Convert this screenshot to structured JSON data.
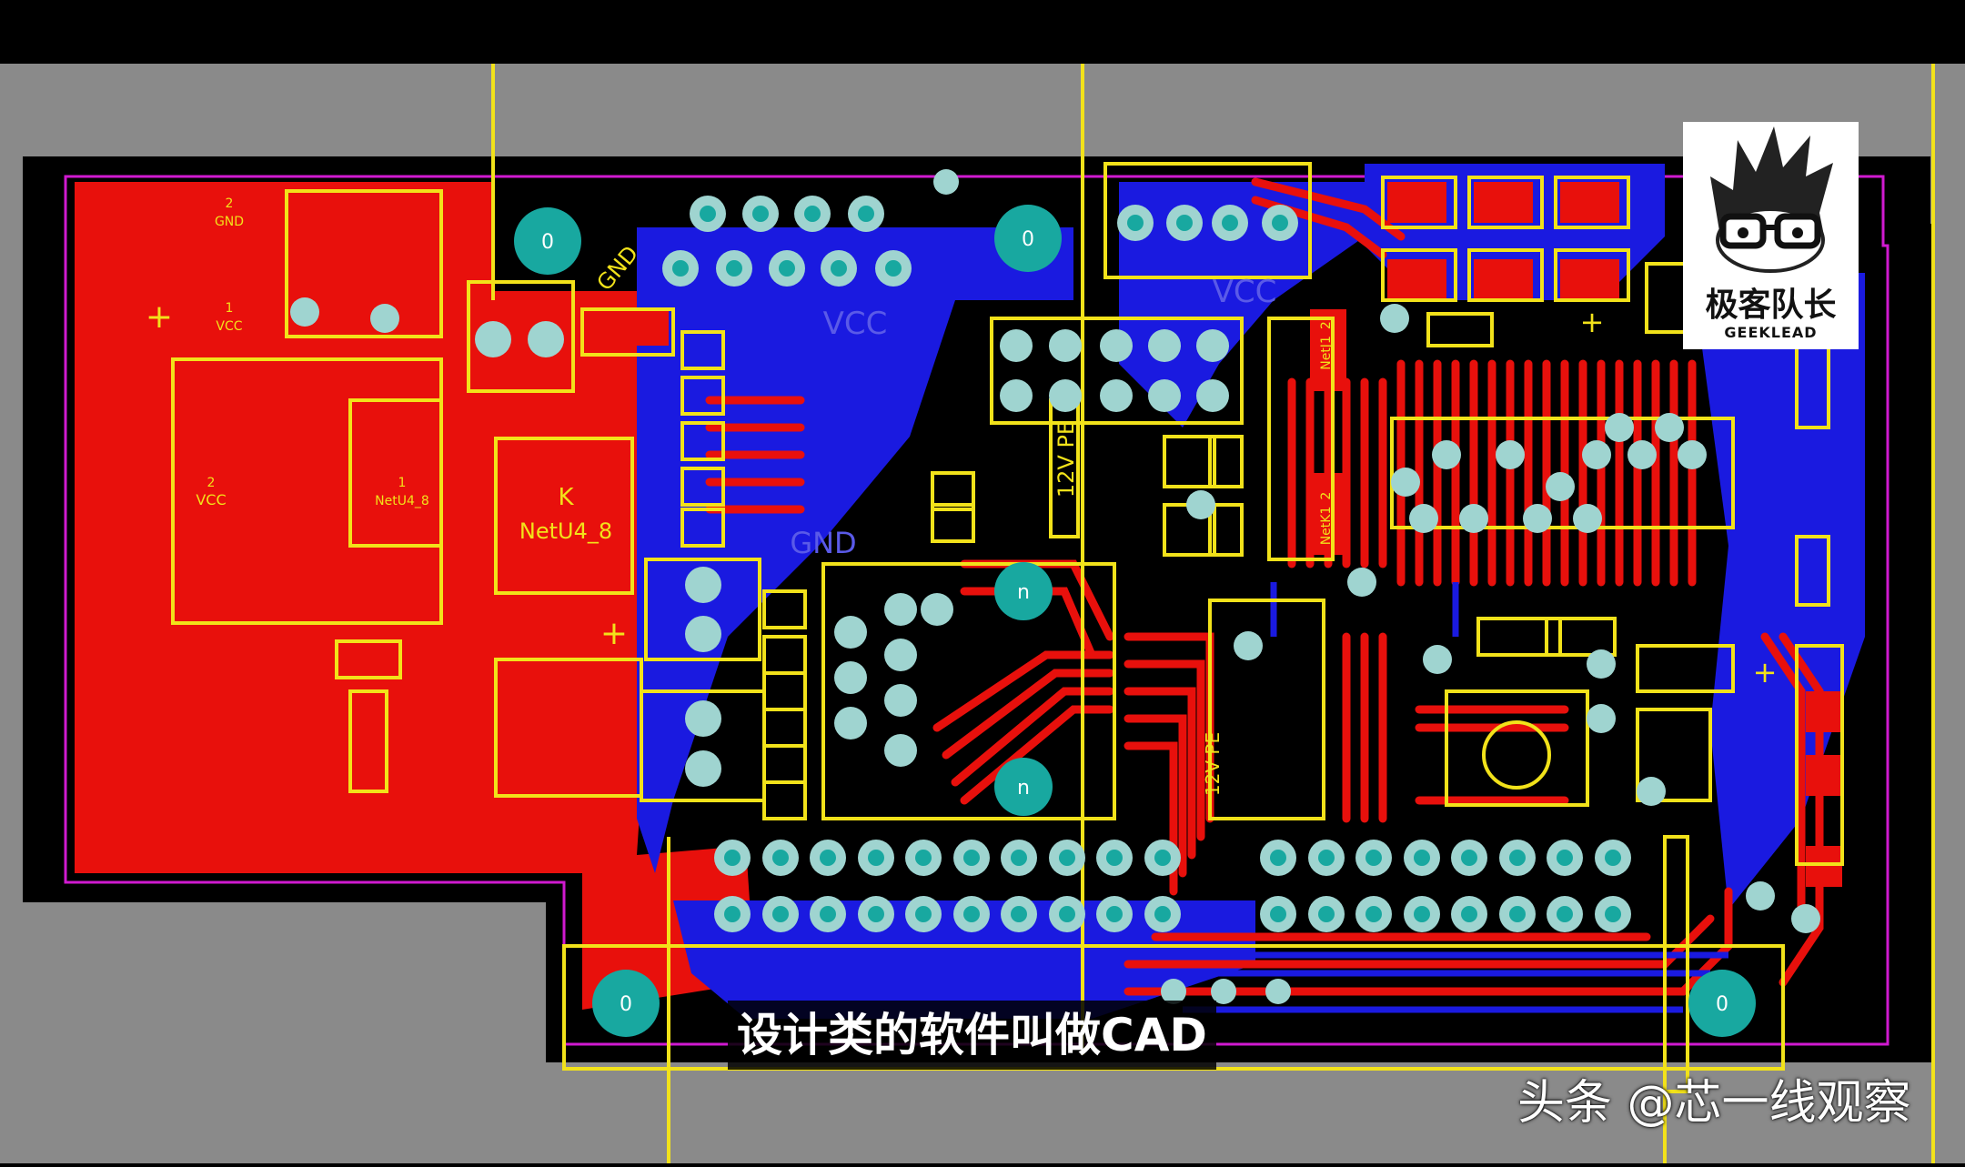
{
  "video": {
    "subtitle": "设计类的软件叫做CAD",
    "watermark": "头条 @芯一线观察"
  },
  "logo": {
    "title": "极客队长",
    "subtitle": "GEEKLEAD"
  },
  "pcb": {
    "labels": {
      "gnd": "GND",
      "vcc": "VCC",
      "net_k": "K",
      "net_name": "NetU4_8",
      "net_small": "NetU4_8",
      "pin_1": "1",
      "pin_2": "2",
      "mount_hole": "0",
      "pad_n": "n",
      "plus": "+",
      "pe12v": "12V PE",
      "net_j": "NetJ1_2",
      "net_k1": "NetK1_2"
    },
    "colors": {
      "board": "#000000",
      "top_layer": "#e8100c",
      "bottom_layer": "#1a1ae0",
      "silkscreen": "#f2e21a",
      "outline": "#d01ad0",
      "pad": "#18a8a0",
      "background": "#8a8a8a"
    }
  }
}
